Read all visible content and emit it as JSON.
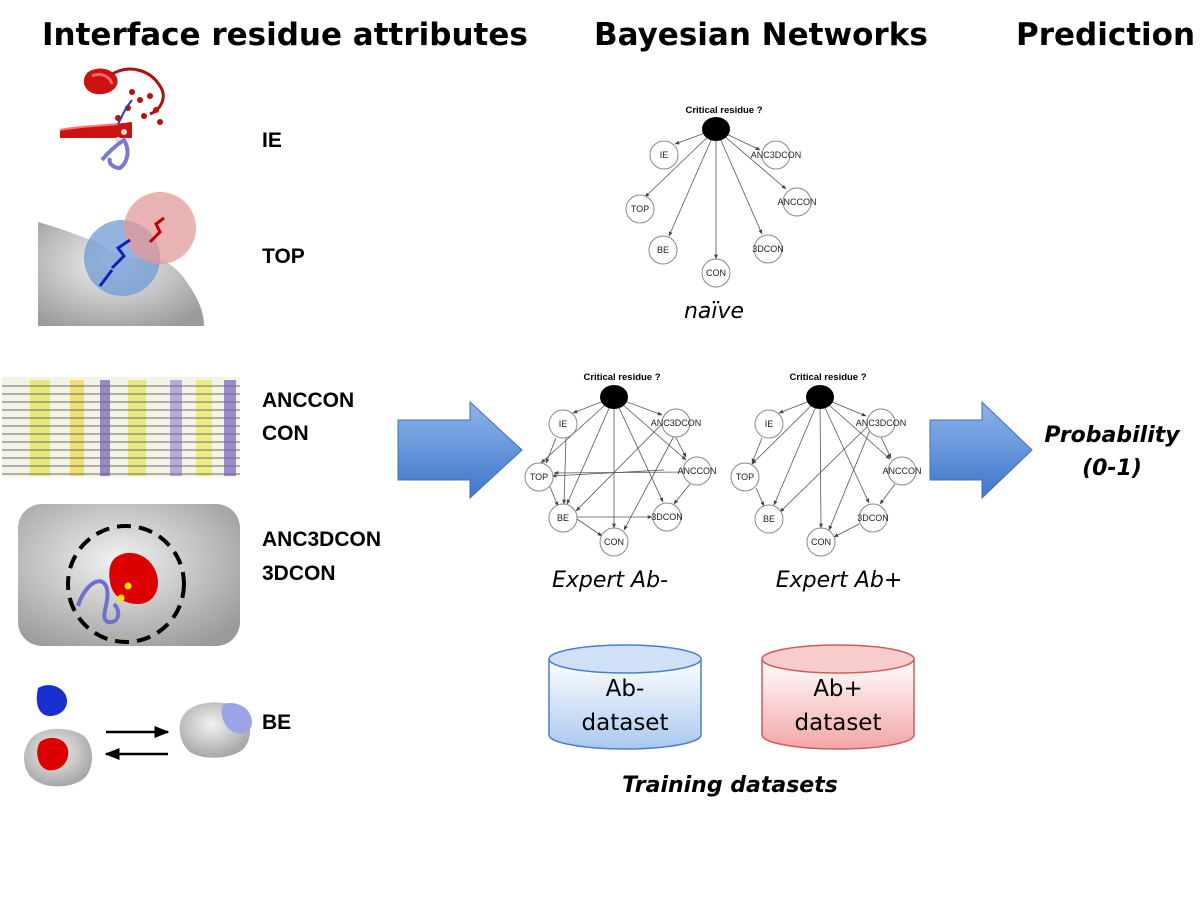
{
  "headers": {
    "attributes": "Interface residue attributes",
    "networks": "Bayesian Networks",
    "prediction": "Prediction"
  },
  "attributes": {
    "ie": "IE",
    "top": "TOP",
    "anccon": "ANCCON",
    "con": "CON",
    "anc3dcon": "ANC3DCON",
    "threedcon": "3DCON",
    "be": "BE"
  },
  "networks": {
    "root_label": "Critical residue ?",
    "nodes": {
      "ie": "IE",
      "top": "TOP",
      "be": "BE",
      "con": "CON",
      "threedcon": "3DCON",
      "anccon": "ANCCON",
      "anc3dcon": "ANC3DCON"
    },
    "naive_caption": "naïve",
    "expert_minus_caption": "Expert Ab-",
    "expert_plus_caption": "Expert Ab+"
  },
  "datasets": {
    "minus": {
      "line1": "Ab-",
      "line2": "dataset",
      "color": "#c9dcf5"
    },
    "plus": {
      "line1": "Ab+",
      "line2": "dataset",
      "color": "#f7c4c4"
    },
    "caption": "Training datasets"
  },
  "prediction": {
    "line1": "Probability",
    "line2": "(0-1)"
  },
  "colors": {
    "arrow_fill": "#5b8fd6",
    "protein_red": "#cc1111",
    "protein_blue": "#2233aa",
    "surface_gray": "#bdbdbd"
  }
}
